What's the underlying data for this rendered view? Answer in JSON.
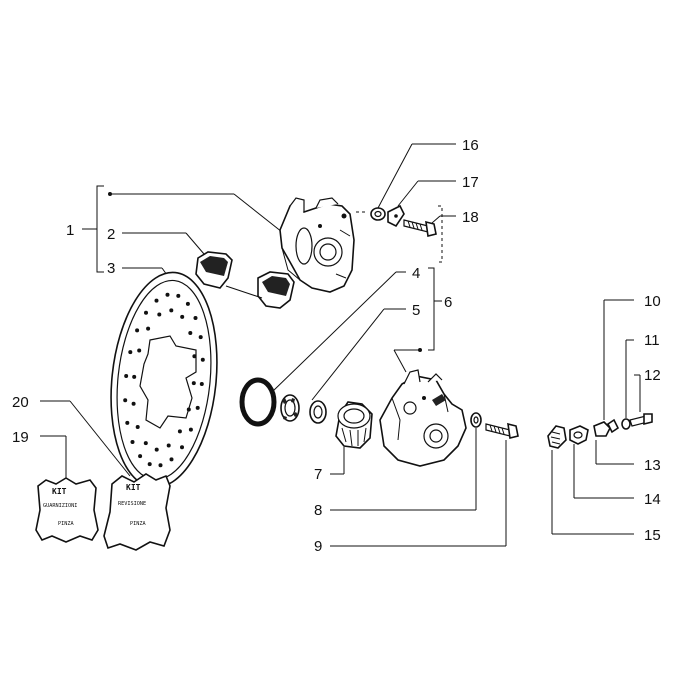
{
  "diagram": {
    "callouts": [
      {
        "id": "1",
        "label": "1"
      },
      {
        "id": "2",
        "label": "2"
      },
      {
        "id": "3",
        "label": "3"
      },
      {
        "id": "4",
        "label": "4"
      },
      {
        "id": "5",
        "label": "5"
      },
      {
        "id": "6",
        "label": "6"
      },
      {
        "id": "7",
        "label": "7"
      },
      {
        "id": "8",
        "label": "8"
      },
      {
        "id": "9",
        "label": "9"
      },
      {
        "id": "10",
        "label": "10"
      },
      {
        "id": "11",
        "label": "11"
      },
      {
        "id": "12",
        "label": "12"
      },
      {
        "id": "13",
        "label": "13"
      },
      {
        "id": "14",
        "label": "14"
      },
      {
        "id": "15",
        "label": "15"
      },
      {
        "id": "16",
        "label": "16"
      },
      {
        "id": "17",
        "label": "17"
      },
      {
        "id": "18",
        "label": "18"
      },
      {
        "id": "19",
        "label": "19"
      },
      {
        "id": "20",
        "label": "20"
      }
    ],
    "kits": [
      {
        "id": "kit-guarnizioni",
        "lines": [
          "KIT",
          "GUARNIZIONI",
          "PINZA"
        ]
      },
      {
        "id": "kit-revisione",
        "lines": [
          "KIT",
          "REVISIONE",
          "PINZA"
        ]
      }
    ]
  }
}
